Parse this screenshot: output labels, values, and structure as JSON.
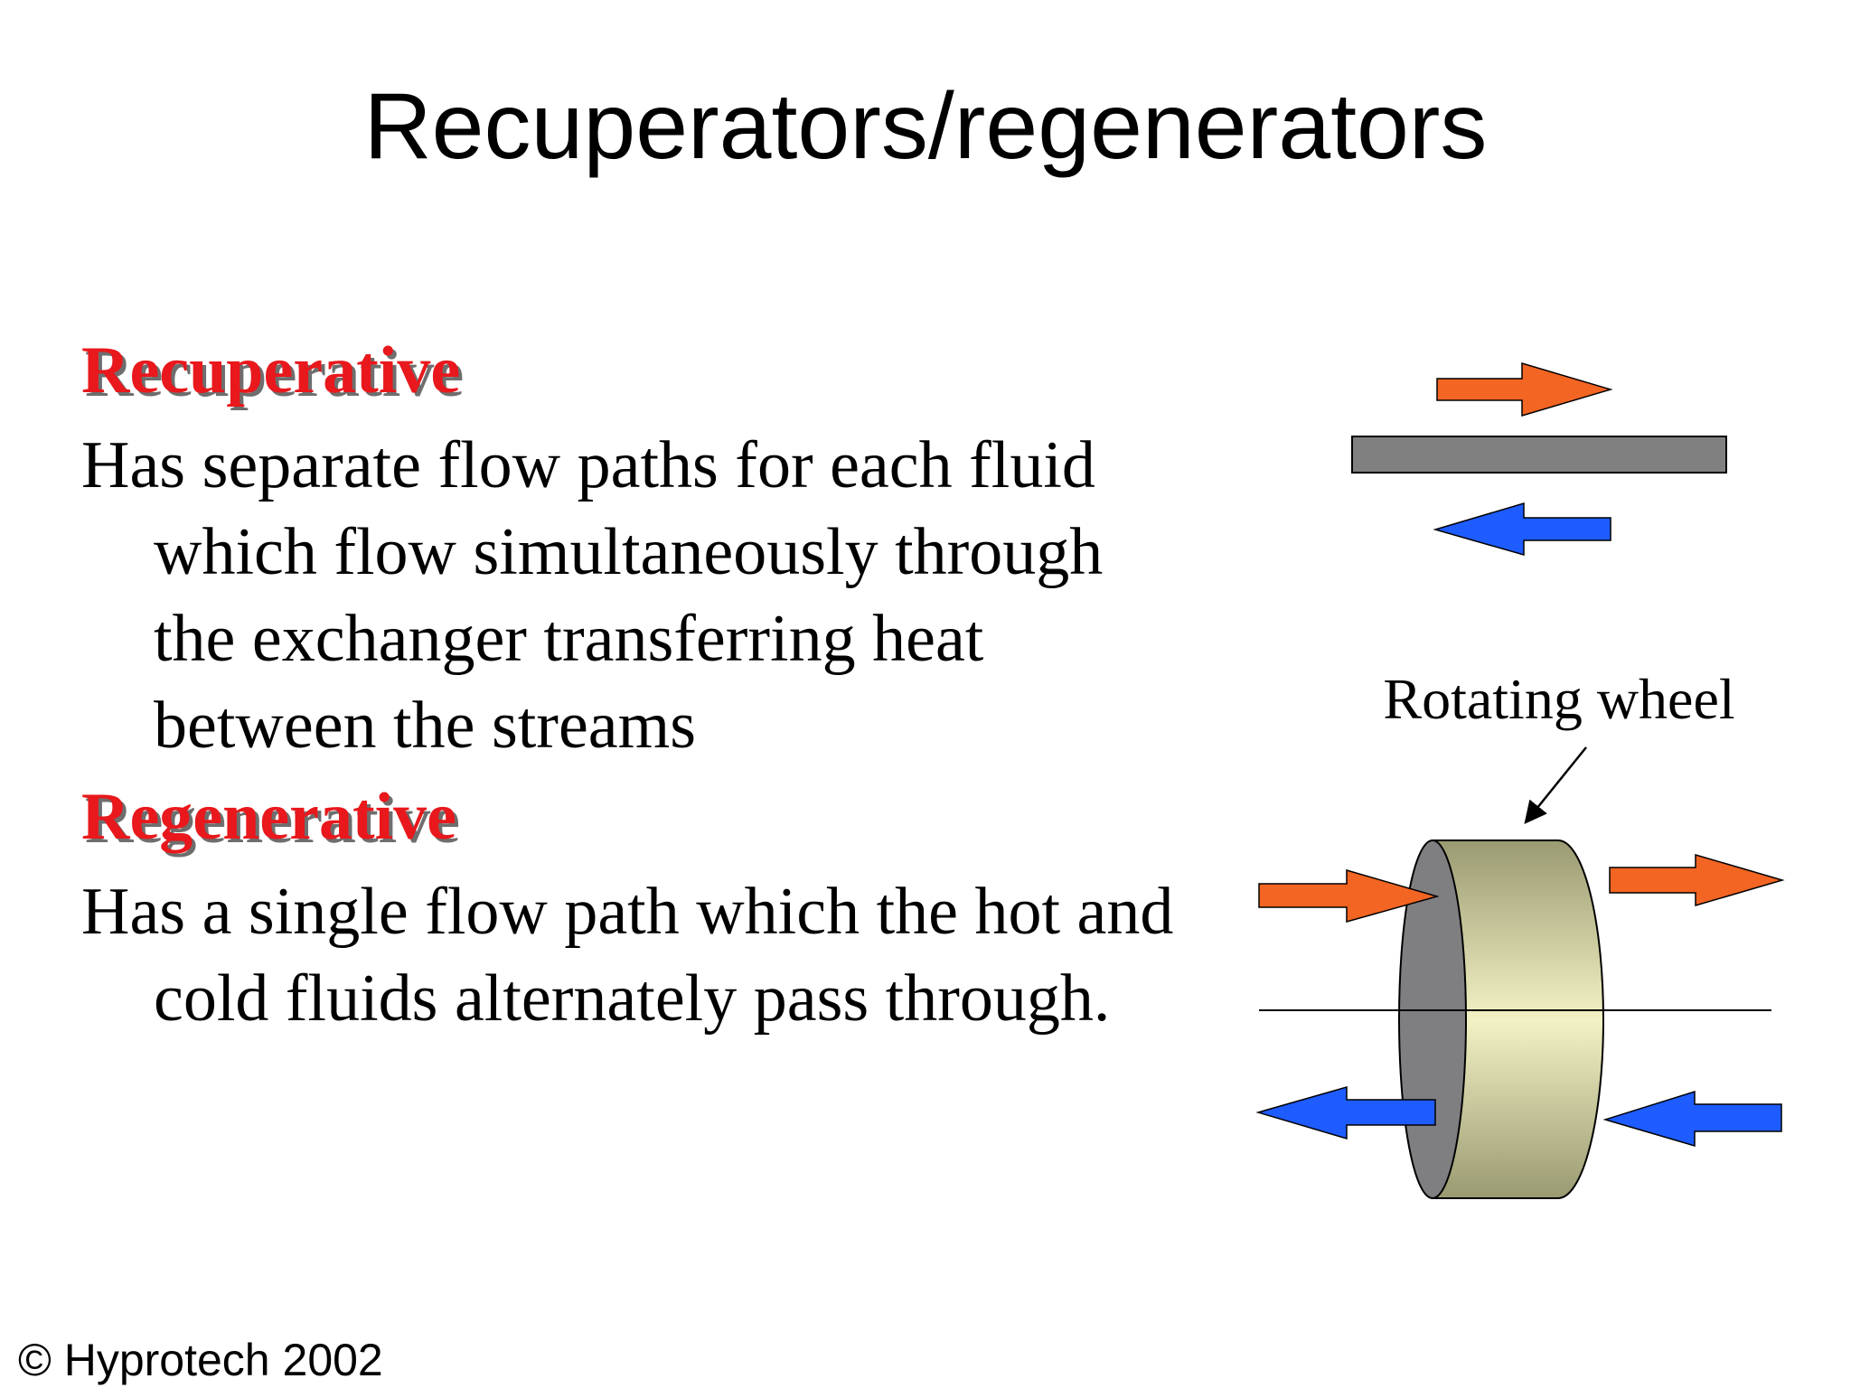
{
  "slide": {
    "title": "Recuperators/regenerators",
    "sections": [
      {
        "heading": "Recuperative",
        "body": "Has separate flow paths for each fluid which flow simultaneously through the exchanger transferring heat between the streams"
      },
      {
        "heading": "Regenerative",
        "body": "Has a single flow path which the hot and cold fluids alternately pass through."
      }
    ],
    "footer": "© Hyprotech 2002"
  },
  "diagram": {
    "wheel_label": "Rotating wheel",
    "colors": {
      "hot_arrow": "#f26522",
      "cold_arrow": "#1e5cff",
      "plate": "#808080",
      "wheel_face": "#7f7f82",
      "wheel_body_light": "#f3f2c4",
      "wheel_body_dark": "#9a9a72"
    }
  }
}
